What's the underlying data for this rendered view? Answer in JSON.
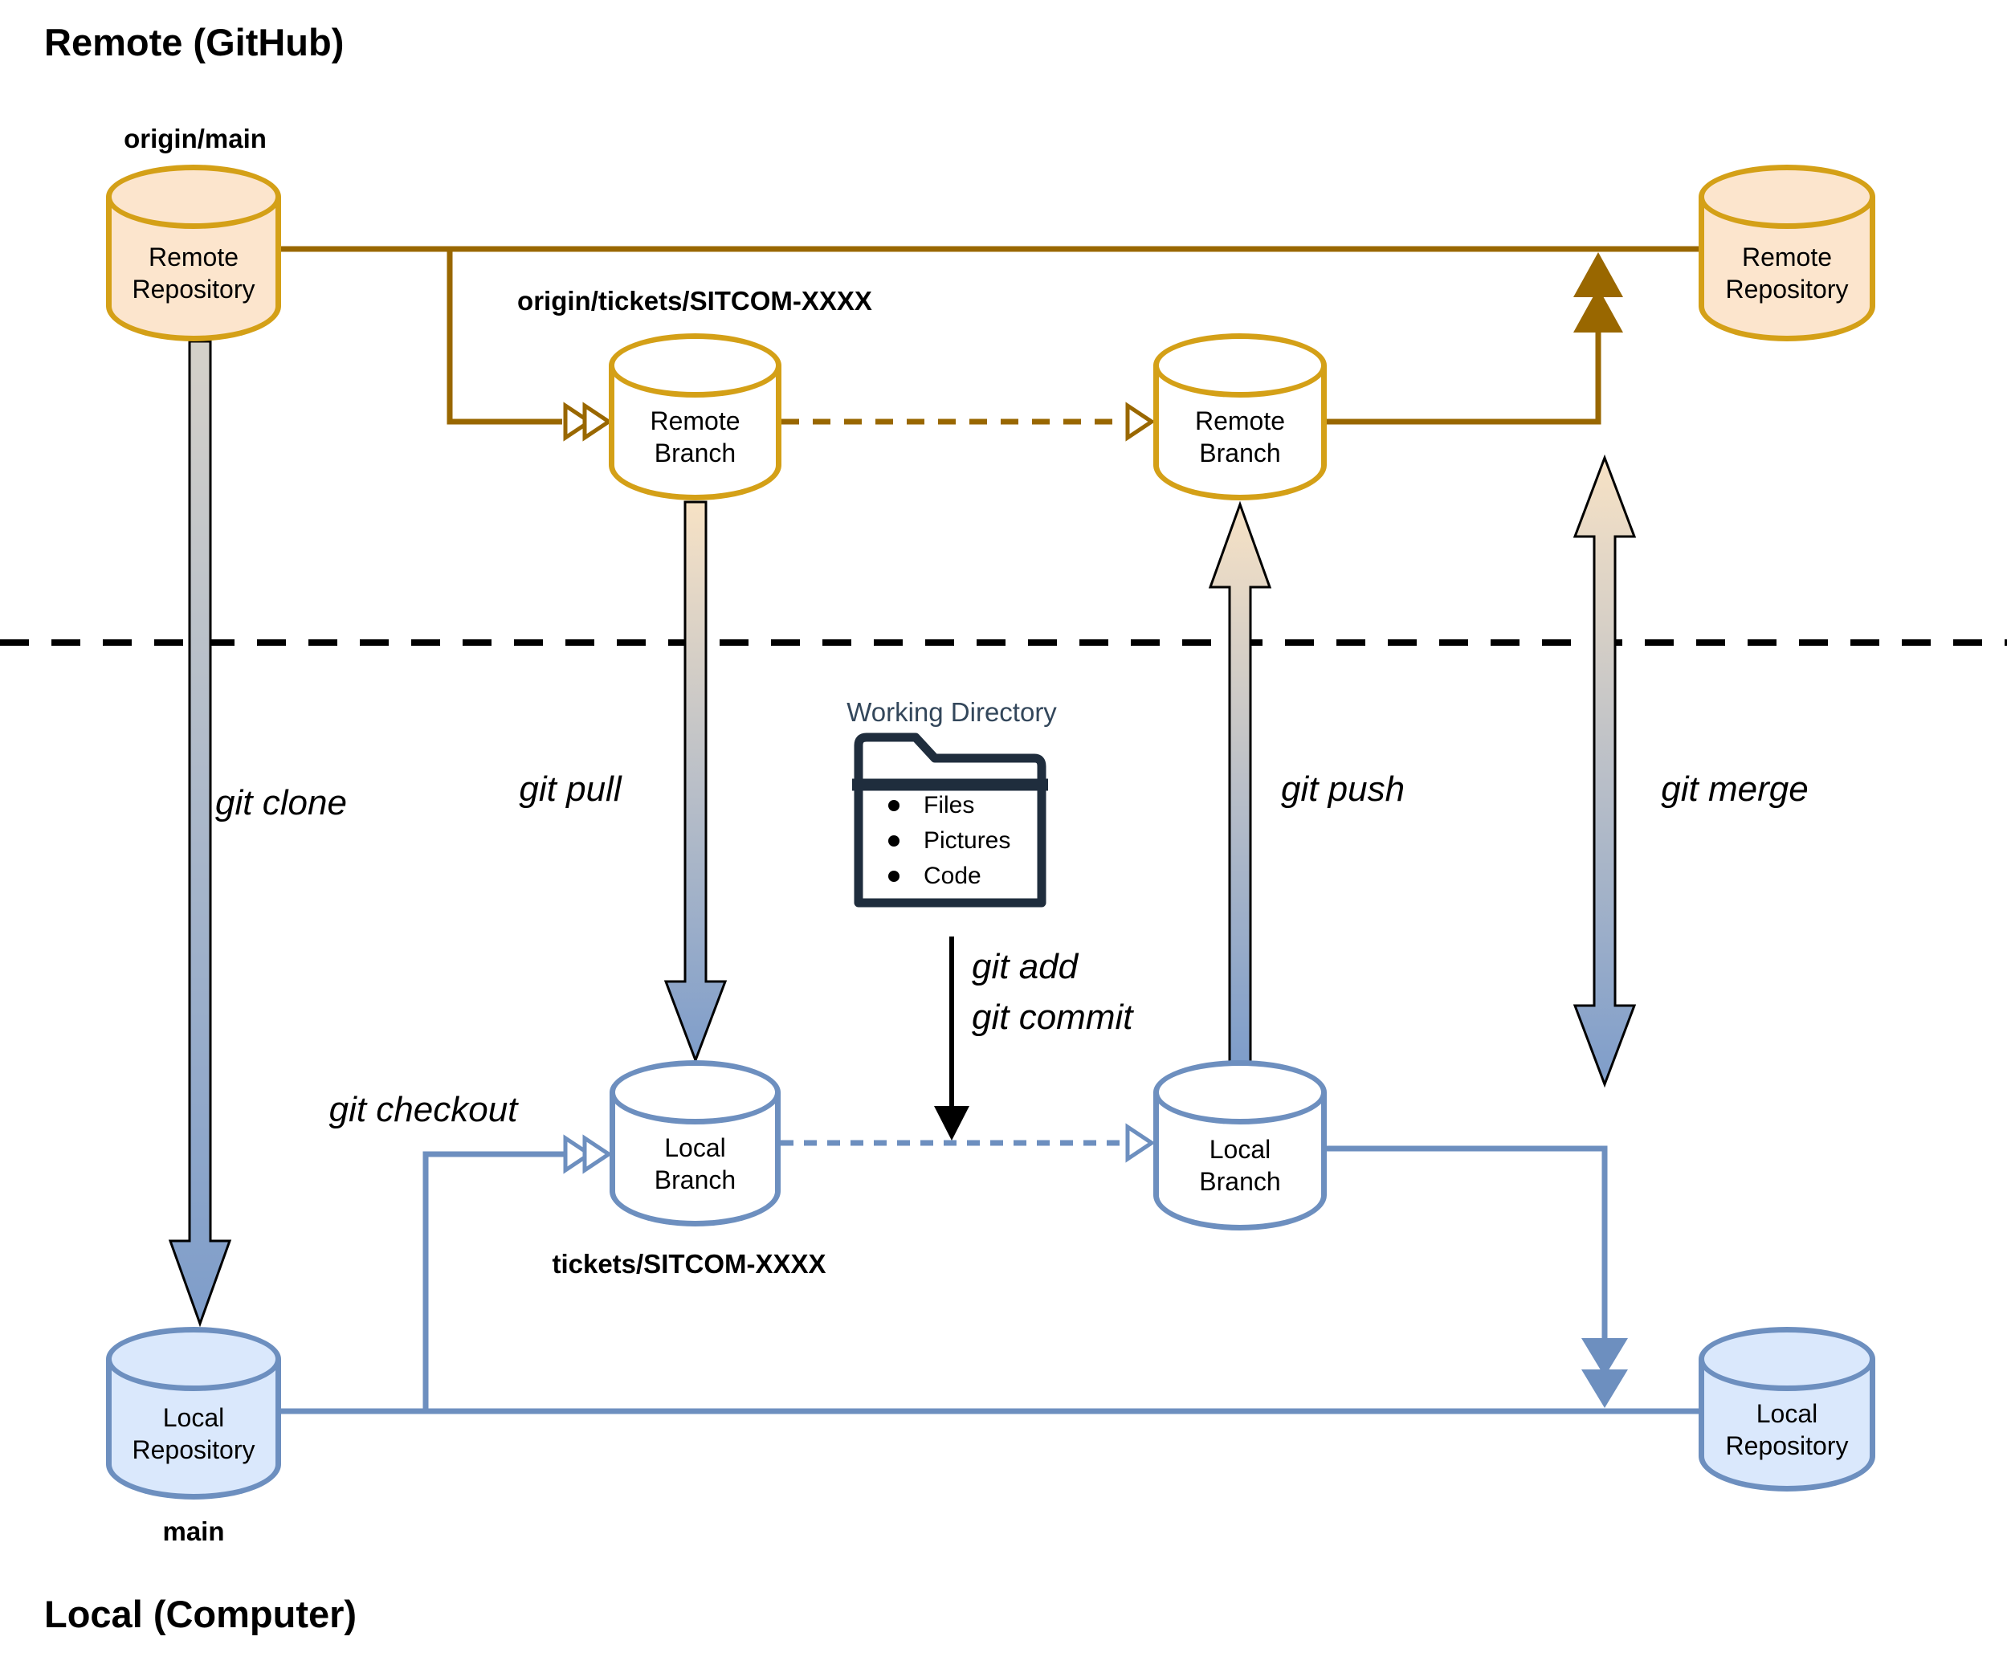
{
  "titles": {
    "remote": "Remote (GitHub)",
    "local": "Local (Computer)"
  },
  "nodes": {
    "remote_repo_left": {
      "label": "Remote Repository",
      "branch_tag": "origin/main"
    },
    "remote_branch_1": {
      "label": "Remote Branch",
      "branch_tag": "origin/tickets/SITCOM-XXXX"
    },
    "remote_branch_2": {
      "label": "Remote Branch"
    },
    "remote_repo_right": {
      "label": "Remote Repository"
    },
    "local_branch_1": {
      "label": "Local Branch",
      "branch_tag": "tickets/SITCOM-XXXX"
    },
    "local_branch_2": {
      "label": "Local Branch"
    },
    "local_repo_left": {
      "label": "Local Repository",
      "branch_tag": "main"
    },
    "local_repo_right": {
      "label": "Local Repository"
    }
  },
  "commands": {
    "clone": "git clone",
    "pull": "git pull",
    "checkout": "git checkout",
    "add": "git add",
    "commit": "git commit",
    "push": "git push",
    "merge": "git merge"
  },
  "working_directory": {
    "title": "Working Directory",
    "items": [
      "Files",
      "Pictures",
      "Code"
    ]
  },
  "colors": {
    "remote_fill": "#FCE5CD",
    "remote_stroke": "#D4A017",
    "remote_connector": "#996700",
    "local_fill": "#DAE8FC",
    "local_stroke": "#6D8FBF",
    "gradient_top_tan": "#F7E2C5",
    "gradient_top_gray": "#D5D1C9",
    "gradient_bottom_blue": "#7E9DCA",
    "folder_ink": "#1F2D3D",
    "working_dir_text": "#33475B",
    "separator": "#000000"
  }
}
